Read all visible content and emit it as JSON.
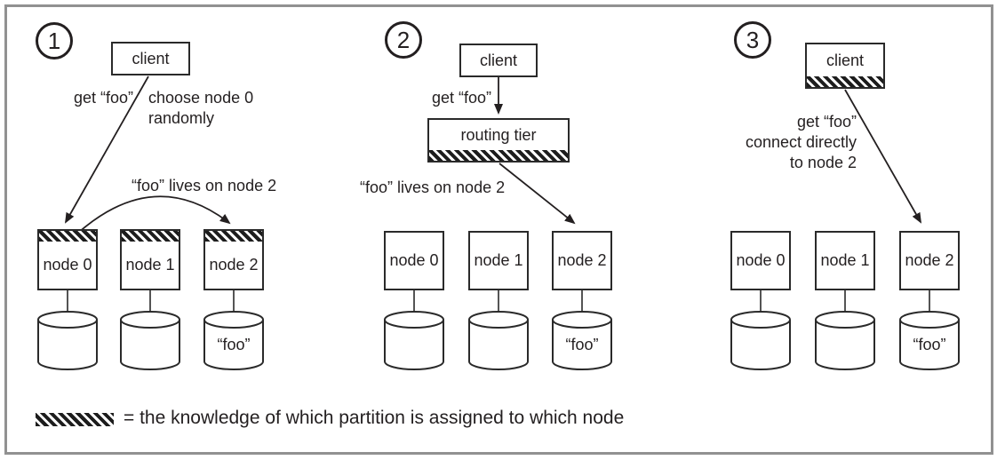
{
  "figure": {
    "description": "Three ways of routing a request for key foo to partitioned database nodes",
    "colors": {
      "ink": "#231f20",
      "frame_border": "#919191",
      "background": "#ffffff"
    },
    "panels": [
      {
        "badge": "1",
        "client_label": "client",
        "request_label": "get “foo”",
        "decision_line1": "choose node 0",
        "decision_line2": "randomly",
        "routing_note": "“foo” lives on node 2",
        "nodes": [
          {
            "label": "node 0",
            "has_partition_knowledge": true
          },
          {
            "label": "node 1",
            "has_partition_knowledge": true
          },
          {
            "label": "node 2",
            "has_partition_knowledge": true
          }
        ],
        "data_item": "“foo”"
      },
      {
        "badge": "2",
        "client_label": "client",
        "request_label": "get “foo”",
        "router_label": "routing tier",
        "router_has_partition_knowledge": true,
        "routing_note": "“foo” lives on node 2",
        "nodes": [
          {
            "label": "node 0",
            "has_partition_knowledge": false
          },
          {
            "label": "node 1",
            "has_partition_knowledge": false
          },
          {
            "label": "node 2",
            "has_partition_knowledge": false
          }
        ],
        "data_item": "“foo”"
      },
      {
        "badge": "3",
        "client_label": "client",
        "client_has_partition_knowledge": true,
        "request_line1": "get “foo”",
        "request_line2": "connect directly",
        "request_line3": "to node 2",
        "nodes": [
          {
            "label": "node 0",
            "has_partition_knowledge": false
          },
          {
            "label": "node 1",
            "has_partition_knowledge": false
          },
          {
            "label": "node 2",
            "has_partition_knowledge": false
          }
        ],
        "data_item": "“foo”"
      }
    ],
    "legend": {
      "text": "= the knowledge of which partition is assigned to which node"
    }
  }
}
